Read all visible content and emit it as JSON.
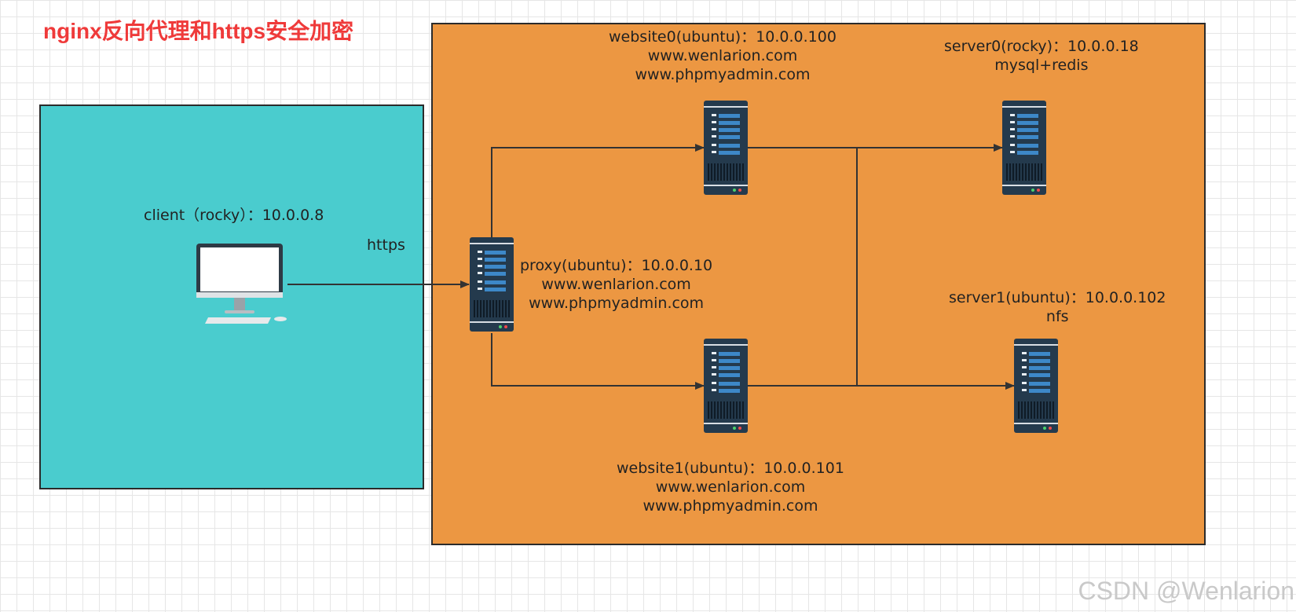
{
  "title": "nginx反向代理和https安全加密",
  "colors": {
    "title": "#ef3a3a",
    "client_zone": "#4accce",
    "server_zone": "#ec9742",
    "server_body": "#243a4d",
    "server_bars": "#3d88c8",
    "arrow": "#333333",
    "grid": "#e6e6e6"
  },
  "client": {
    "label": "client（rocky）：10.0.0.8",
    "icon": "desktop-computer-icon"
  },
  "connection_label": "https",
  "proxy": {
    "name": "proxy(ubuntu)：10.0.0.10",
    "domain1": "www.wenlarion.com",
    "domain2": "www.phpmyadmin.com",
    "icon": "server-icon"
  },
  "website0": {
    "name": "website0(ubuntu)：10.0.0.100",
    "domain1": "www.wenlarion.com",
    "domain2": "www.phpmyadmin.com",
    "icon": "server-icon"
  },
  "website1": {
    "name": "website1(ubuntu)：10.0.0.101",
    "domain1": "www.wenlarion.com",
    "domain2": "www.phpmyadmin.com",
    "icon": "server-icon"
  },
  "server0": {
    "name": "server0(rocky)：10.0.0.18",
    "service": "mysql+redis",
    "icon": "server-icon"
  },
  "server1": {
    "name": "server1(ubuntu)：10.0.0.102",
    "service": "nfs",
    "icon": "server-icon"
  },
  "watermark": "CSDN @Wenlarion"
}
